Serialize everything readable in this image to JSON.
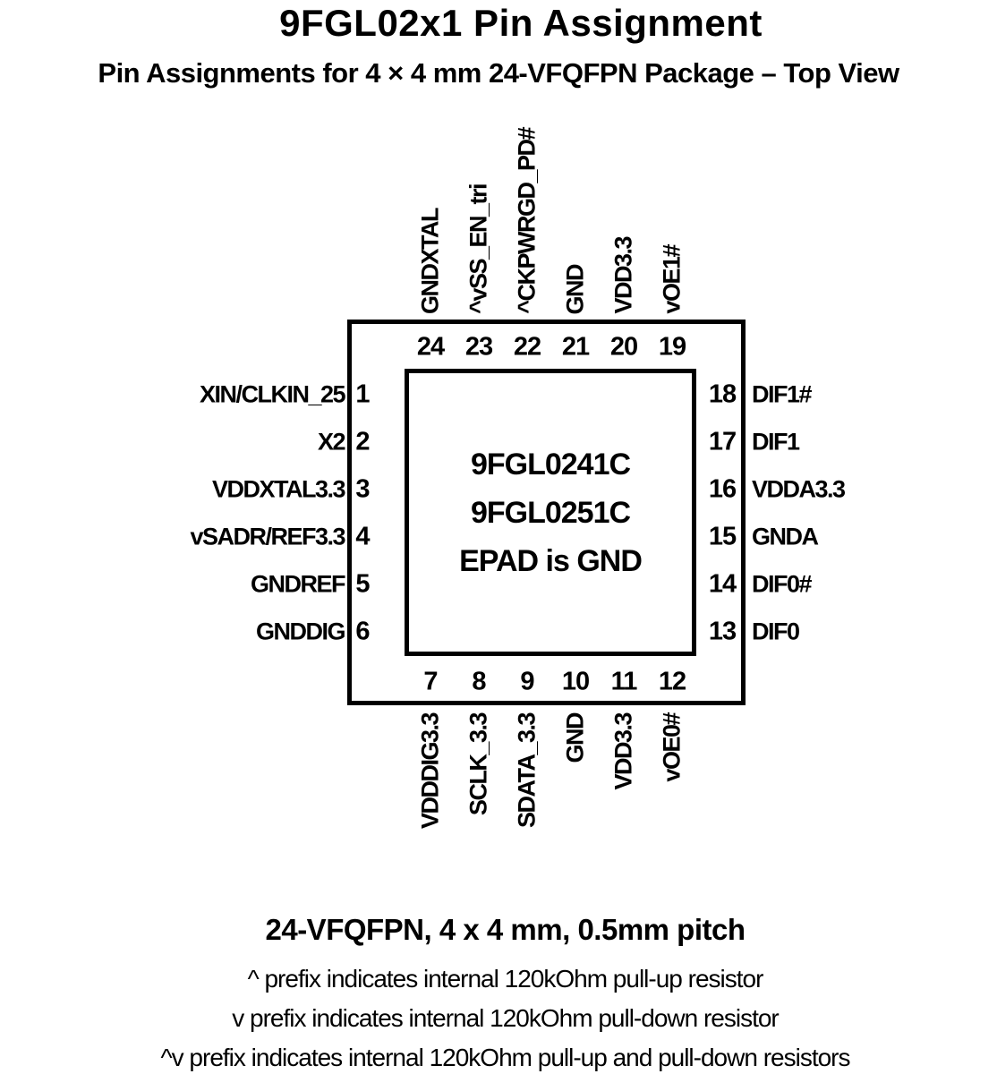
{
  "title": "9FGL02x1 Pin Assignment",
  "subtitle": "Pin Assignments for 4 × 4 mm 24-VFQFPN Package – Top View",
  "chip": {
    "center_lines": [
      "9FGL0241C",
      "9FGL0251C",
      "EPAD is GND"
    ]
  },
  "pins": {
    "top": [
      {
        "number": "24",
        "label": "GNDXTAL"
      },
      {
        "number": "23",
        "label": "^vSS_EN_tri"
      },
      {
        "number": "22",
        "label": "^CKPWRGD_PD#"
      },
      {
        "number": "21",
        "label": "GND"
      },
      {
        "number": "20",
        "label": "VDD3.3"
      },
      {
        "number": "19",
        "label": "vOE1#"
      }
    ],
    "left": [
      {
        "number": "1",
        "label": "XIN/CLKIN_25"
      },
      {
        "number": "2",
        "label": "X2"
      },
      {
        "number": "3",
        "label": "VDDXTAL3.3"
      },
      {
        "number": "4",
        "label": "vSADR/REF3.3"
      },
      {
        "number": "5",
        "label": "GNDREF"
      },
      {
        "number": "6",
        "label": "GNDDIG"
      }
    ],
    "right": [
      {
        "number": "18",
        "label": "DIF1#"
      },
      {
        "number": "17",
        "label": "DIF1"
      },
      {
        "number": "16",
        "label": "VDDA3.3"
      },
      {
        "number": "15",
        "label": "GNDA"
      },
      {
        "number": "14",
        "label": "DIF0#"
      },
      {
        "number": "13",
        "label": "DIF0"
      }
    ],
    "bottom": [
      {
        "number": "7",
        "label": "VDDDIG3.3"
      },
      {
        "number": "8",
        "label": "SCLK_3.3"
      },
      {
        "number": "9",
        "label": "SDATA_3.3"
      },
      {
        "number": "10",
        "label": "GND"
      },
      {
        "number": "11",
        "label": "VDD3.3"
      },
      {
        "number": "12",
        "label": "vOE0#"
      }
    ]
  },
  "footer": {
    "package_line": "24-VFQFPN, 4 x 4 mm, 0.5mm pitch",
    "notes": [
      "^ prefix indicates internal 120kOhm pull-up resistor",
      "v prefix indicates internal 120kOhm pull-down resistor",
      "^v prefix indicates internal 120kOhm pull-up and pull-down resistors"
    ]
  },
  "colors": {
    "background": "#ffffff",
    "text": "#000000",
    "outline": "#000000"
  }
}
